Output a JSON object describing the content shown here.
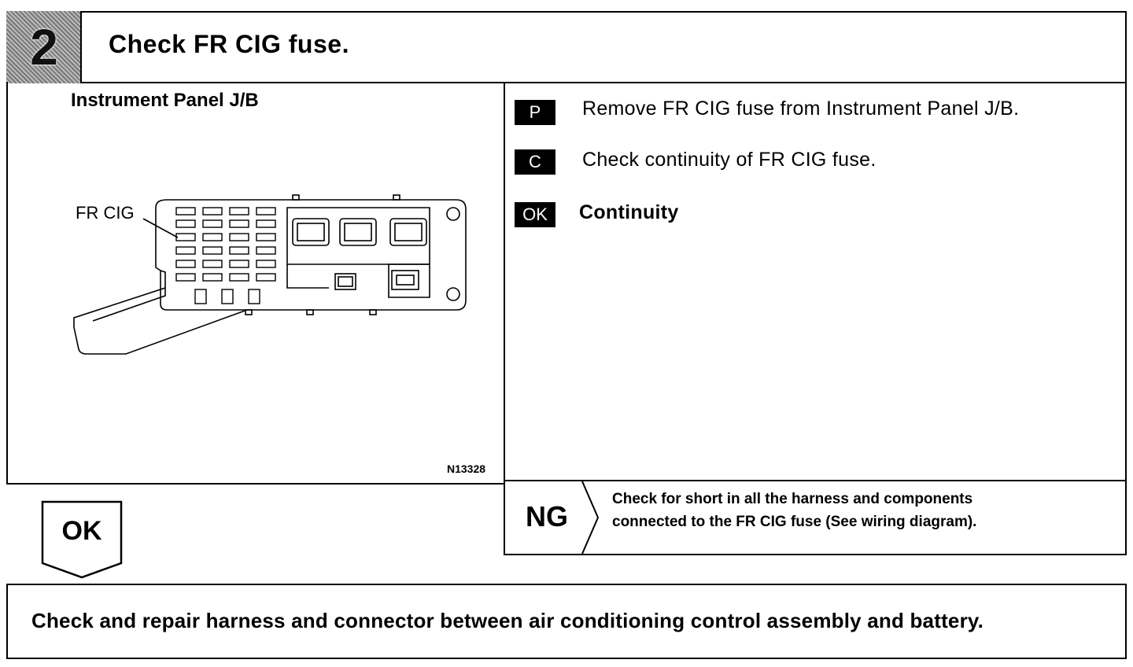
{
  "header": {
    "step_number": "2",
    "title": "Check FR CIG fuse."
  },
  "figure": {
    "title": "Instrument Panel J/B",
    "callout": "FR CIG",
    "figure_id": "N13328"
  },
  "procedure": [
    {
      "tag": "P",
      "text": "Remove FR CIG fuse from Instrument Panel J/B.",
      "bold": false
    },
    {
      "tag": "C",
      "text": "Check continuity of FR CIG fuse.",
      "bold": false
    },
    {
      "tag": "OK",
      "text": "Continuity",
      "bold": true
    }
  ],
  "ng": {
    "label": "NG",
    "line1": "Check for short in all the harness and components",
    "line2": "connected to the FR CIG fuse (See wiring diagram)."
  },
  "ok": {
    "label": "OK"
  },
  "result": {
    "text": "Check and repair harness and connector between air conditioning control assembly and battery."
  }
}
